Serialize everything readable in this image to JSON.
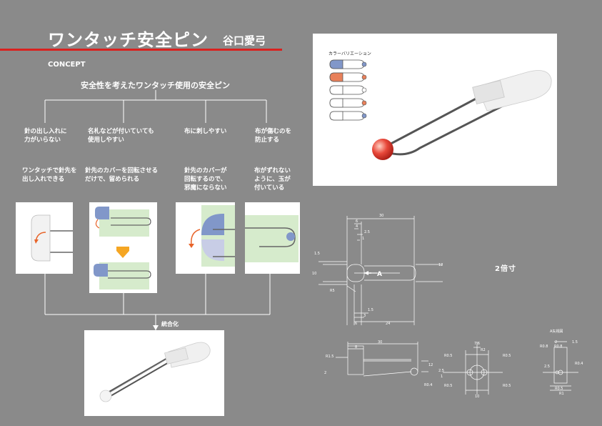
{
  "header": {
    "title": "ワンタッチ安全ピン",
    "author": "谷口愛弓",
    "concept": "CONCEPT"
  },
  "subtitle": "安全性を考えたワンタッチ使用の安全ピン",
  "columns": [
    {
      "need": [
        "針の出し入れに",
        "力がいらない"
      ],
      "solution": [
        "ワンタッチで針先を",
        "出し入れできる"
      ]
    },
    {
      "need": [
        "名札などが付いていても",
        "使用しやすい"
      ],
      "solution": [
        "針先のカバーを回転させる",
        "だけで、留められる"
      ]
    },
    {
      "need": [
        "布に刺しやすい"
      ],
      "solution": [
        "針先のカバーが",
        "回転するので、",
        "邪魔にならない"
      ]
    },
    {
      "need": [
        "布が傷むのを",
        "防止する"
      ],
      "solution": [
        "布がずれない",
        "ように、玉が",
        "付いている"
      ]
    }
  ],
  "result_label": "統合化",
  "variation": {
    "title": "カラーバリエーション",
    "items": [
      {
        "cap": "#8197c9",
        "ball": "#8197c9"
      },
      {
        "cap": "#e8805a",
        "ball": "#e8805a"
      },
      {
        "cap": "#ffffff",
        "ball": "#ffffff"
      },
      {
        "cap": "#ffffff",
        "ball": "#e8805a"
      },
      {
        "cap": "#ffffff",
        "ball": "#8197c9"
      }
    ]
  },
  "drawing": {
    "ratio": "2倍寸",
    "detail_label": "A矢視図",
    "arrow_label": "A",
    "dims": {
      "top_30": "30",
      "d6": "6",
      "d4": "4",
      "d25": "2.5",
      "d1": "1",
      "d15a": "1.5",
      "d10": "10",
      "d12": "12",
      "r5": "R5",
      "d15b": "1.5",
      "d3": "3",
      "d6b": "6",
      "d24": "24",
      "f30": "30",
      "f8": "8",
      "r15": "R1.5",
      "f2": "2",
      "f12": "12",
      "r04": "R0.4",
      "s76": "7.6",
      "sr05a": "R0.5",
      "sr05b": "R0.5",
      "sr2": "R2",
      "sr05c": "R0.5",
      "sr05d": "R0.5",
      "s10": "10",
      "s25": "2.5",
      "s1": "1",
      "d_r08": "R0.8",
      "d_r08b": "R0.8",
      "d_2": "2",
      "d_15": "1.5",
      "d_r04": "R0.4",
      "d_25": "2.5",
      "d_r05": "R0.5",
      "d_r1": "R1"
    }
  },
  "colors": {
    "background": "#8a8a8a",
    "accent_red": "#d9211f",
    "cap_blue": "#8197c9",
    "cap_orange": "#e8805a",
    "illustration_green": "#d6ebcc",
    "arrow_orange": "#f5a623"
  }
}
